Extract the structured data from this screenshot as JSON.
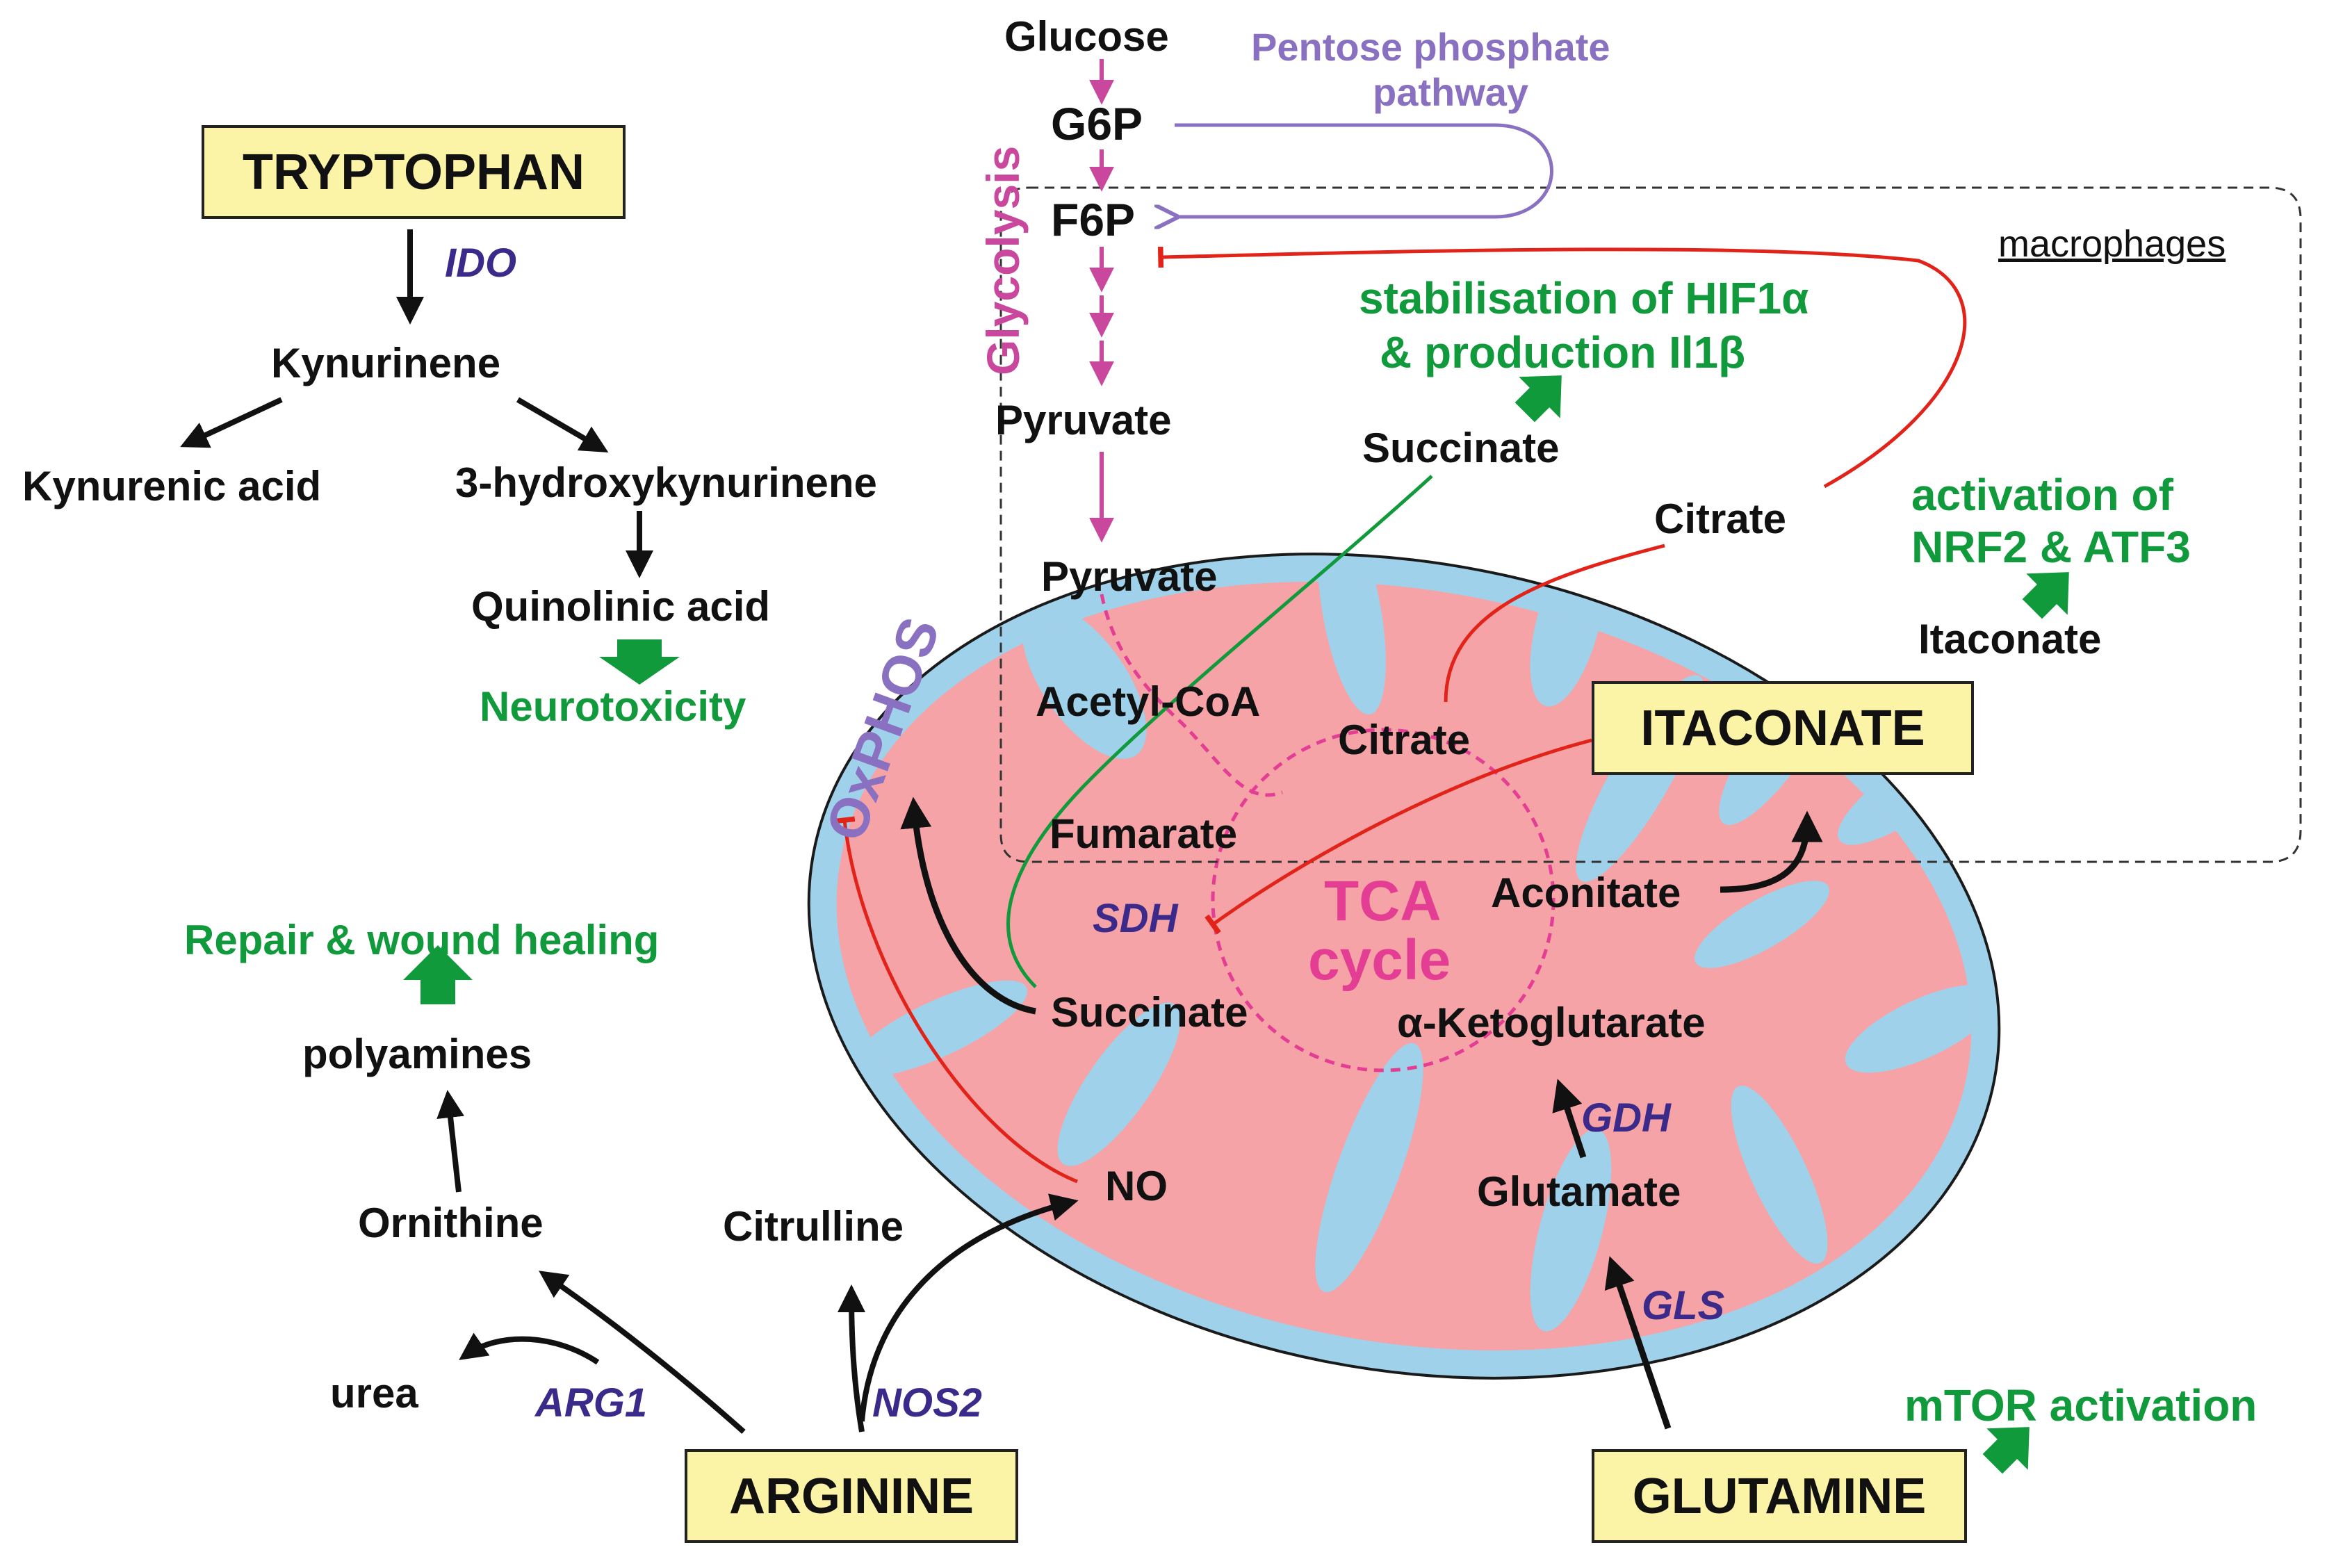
{
  "colors": {
    "black": "#111111",
    "green": "#119a3c",
    "enzyme": "#3b2a8a",
    "glycolysis": "#c9479c",
    "pentose": "#8a70c0",
    "red_inhibition": "#e2231a",
    "tca": "#e43d94",
    "mito_outer": "#9fd2ea",
    "mito_inner": "#f5a3a6",
    "box_fill": "#fbf3a6"
  },
  "boxes": {
    "tryptophan": "TRYPTOPHAN",
    "itaconate": "ITACONATE",
    "arginine": "ARGININE",
    "glutamine": "GLUTAMINE"
  },
  "tryptophan": {
    "enzyme_ido": "IDO",
    "kynurinene": "Kynurinene",
    "kynurenic_acid": "Kynurenic acid",
    "hydroxykynurinene": "3-hydroxykynurinene",
    "quinolinic_acid": "Quinolinic acid",
    "neurotoxicity": "Neurotoxicity"
  },
  "glycolysis": {
    "glucose": "Glucose",
    "g6p": "G6P",
    "f6p": "F6P",
    "label": "Glycolysis",
    "pyruvate": "Pyruvate",
    "pentose_line1": "Pentose phosphate",
    "pentose_line2": "pathway"
  },
  "macrophages": {
    "label": "macrophages",
    "hif_line1": "stabilisation of HIF1α",
    "hif_line2": "& production Il1β",
    "succinate": "Succinate",
    "citrate": "Citrate",
    "nrf2_line1": "activation of",
    "nrf2_line2": "NRF2 & ATF3",
    "itaconate": "Itaconate"
  },
  "mitochondrion": {
    "oxphos": "OxPHOS",
    "pyruvate": "Pyruvate",
    "acetyl_coa": "Acetyl-CoA",
    "citrate": "Citrate",
    "fumarate": "Fumarate",
    "sdh": "SDH",
    "tca_line1": "TCA",
    "tca_line2": "cycle",
    "aconitate": "Aconitate",
    "succinate": "Succinate",
    "ketoglutarate": "α-Ketoglutarate",
    "gdh": "GDH",
    "glutamate": "Glutamate",
    "gls": "GLS",
    "no": "NO"
  },
  "arginine": {
    "repair": "Repair & wound healing",
    "polyamines": "polyamines",
    "ornithine": "Ornithine",
    "citrulline": "Citrulline",
    "urea": "urea",
    "arg1": "ARG1",
    "nos2": "NOS2"
  },
  "glutamine": {
    "mtor": "mTOR activation"
  }
}
